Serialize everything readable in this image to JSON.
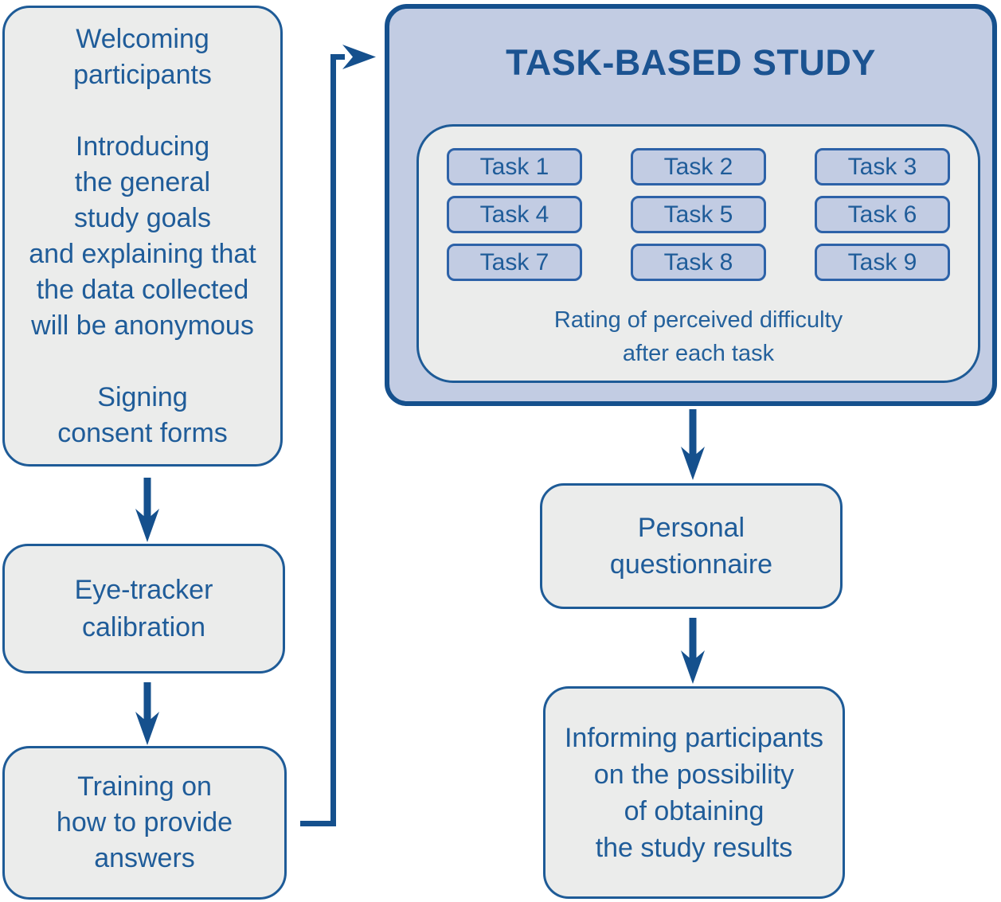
{
  "colors": {
    "background": "#ffffff",
    "stage_box_fill": "#ebeceb",
    "stage_box_border": "#1e5b97",
    "panel_fill": "#c2cce3",
    "panel_border": "#15508d",
    "task_button_fill": "#c2cce3",
    "task_button_border": "#2d62a8",
    "text_blue": "#1f5c99",
    "title_blue": "#1b5391",
    "arrow_blue": "#15508d"
  },
  "left_flow": {
    "welcome_box": {
      "p1": [
        "Welcoming",
        "participants"
      ],
      "p2": [
        "Introducing",
        "the general",
        "study goals",
        "and explaining that",
        "the data collected",
        "will be anonymous"
      ],
      "p3": [
        "Signing",
        "consent forms"
      ]
    },
    "eye_tracker_box": {
      "lines": [
        "Eye-tracker",
        "calibration"
      ]
    },
    "training_box": {
      "lines": [
        "Training on",
        "how to provide",
        "answers"
      ]
    }
  },
  "study_panel": {
    "title": "TASK-BASED STUDY",
    "tasks": [
      "Task 1",
      "Task 2",
      "Task 3",
      "Task 4",
      "Task 5",
      "Task 6",
      "Task 7",
      "Task 8",
      "Task 9"
    ],
    "rating_note": [
      "Rating of perceived difficulty",
      "after each task"
    ]
  },
  "questionnaire_box": {
    "lines": [
      "Personal",
      "questionnaire"
    ]
  },
  "informing_box": {
    "lines": [
      "Informing participants",
      "on the possibility",
      "of obtaining",
      "the study results"
    ]
  }
}
